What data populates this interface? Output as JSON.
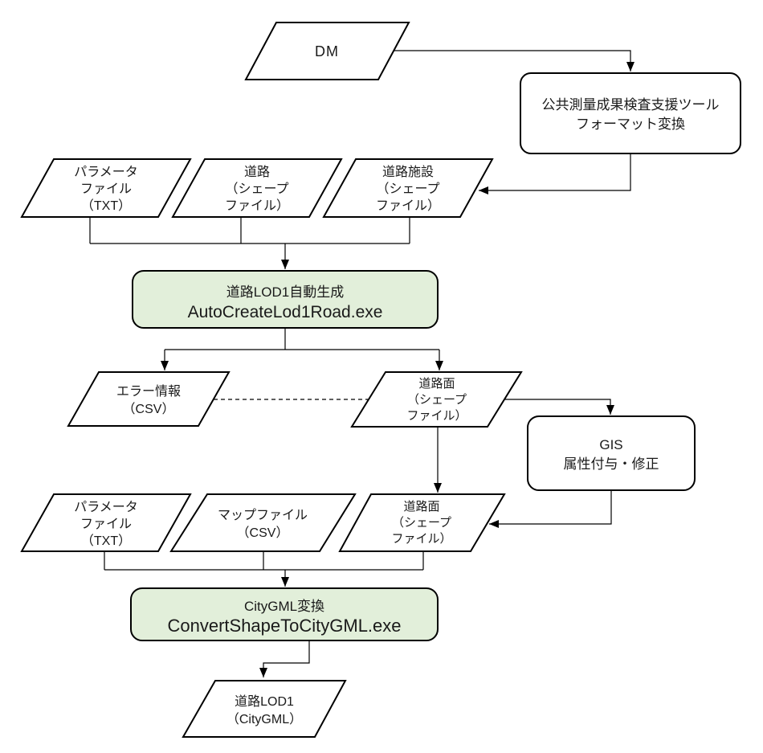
{
  "colors": {
    "process_fill": "#e2efda",
    "io_fill": "#ffffff",
    "stroke": "#000000"
  },
  "nodes": {
    "dm": {
      "label": "DM"
    },
    "format_tool": {
      "lines": [
        "公共測量成果検査支援ツール",
        "フォーマット変換"
      ]
    },
    "param_file_1": {
      "lines": [
        "パラメータ",
        "ファイル",
        "（TXT）"
      ]
    },
    "road": {
      "lines": [
        "道路",
        "（シェープ",
        "ファイル）"
      ]
    },
    "road_facility": {
      "lines": [
        "道路施設",
        "（シェープ",
        "ファイル）"
      ]
    },
    "auto_create_lod1": {
      "lines": [
        "道路LOD1自動生成",
        "AutoCreateLod1Road.exe"
      ]
    },
    "error_info": {
      "lines": [
        "エラー情報",
        "（CSV）"
      ]
    },
    "road_surface_out": {
      "lines": [
        "道路面",
        "（シェープ",
        "ファイル）"
      ]
    },
    "gis_edit": {
      "lines": [
        "GIS",
        "属性付与・修正"
      ]
    },
    "param_file_2": {
      "lines": [
        "パラメータ",
        "ファイル",
        "（TXT）"
      ]
    },
    "map_file": {
      "lines": [
        "マップファイル",
        "（CSV）"
      ]
    },
    "road_surface_in": {
      "lines": [
        "道路面",
        "（シェープ",
        "ファイル）"
      ]
    },
    "citygml_convert": {
      "lines": [
        "CityGML変換",
        "ConvertShapeToCityGML.exe"
      ]
    },
    "road_lod1": {
      "lines": [
        "道路LOD1",
        "（CityGML）"
      ]
    }
  }
}
